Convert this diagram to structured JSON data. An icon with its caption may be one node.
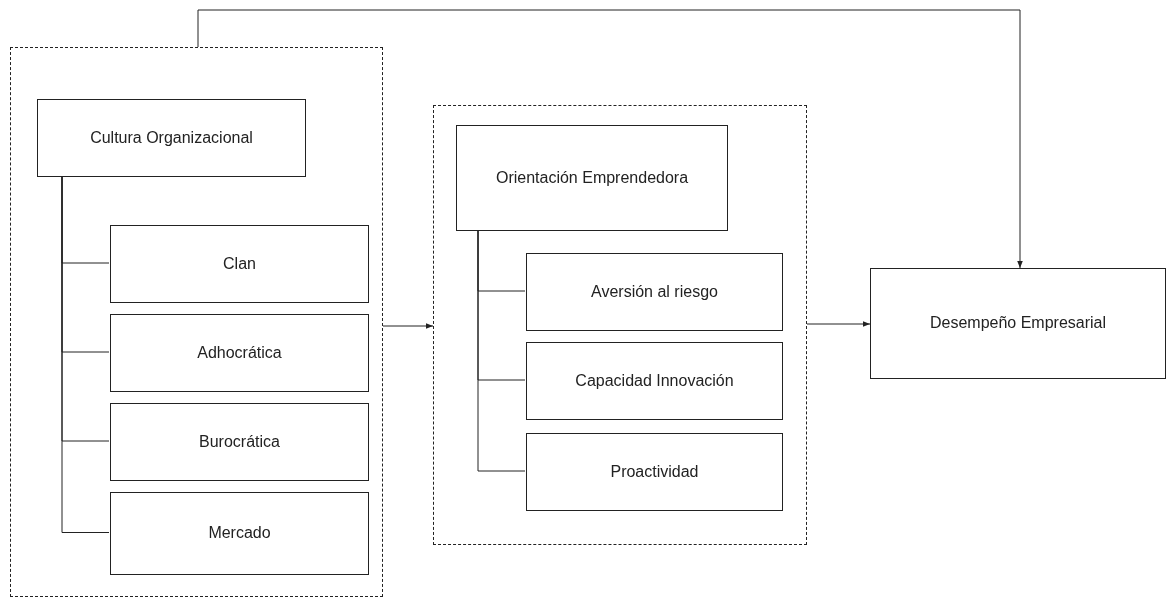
{
  "diagram": {
    "nodes": [
      {
        "text": [],
        "shape": "box"
      },
      {
        "text": [
          "Cultura Organizacional"
        ],
        "in": 0
      },
      {
        "text": [
          "Clan"
        ],
        "in": 0
      },
      {
        "text": [
          "Adhocrática"
        ],
        "in": 0
      },
      {
        "text": [
          "Burocrática"
        ],
        "in": 0
      },
      {
        "text": [
          "Mercado"
        ],
        "in": 0
      },
      {
        "text": [],
        "shape": "box"
      },
      {
        "text": [
          "Orientación Emprendedora"
        ],
        "in": 6
      },
      {
        "text": [
          "Aversión al riesgo"
        ],
        "in": 6
      },
      {
        "text": [
          "Capacidad Innovación"
        ],
        "in": 6
      },
      {
        "text": [
          "Proactividad"
        ],
        "in": 6
      },
      {
        "text": [
          "Desempeño Empresarial"
        ]
      }
    ],
    "edges": [
      {
        "from": 1,
        "to": 2,
        "arrow": "none"
      },
      {
        "from": 1,
        "to": 3,
        "arrow": "none"
      },
      {
        "from": 1,
        "to": 4,
        "arrow": "none"
      },
      {
        "from": 1,
        "to": 5,
        "arrow": "none"
      },
      {
        "from": 7,
        "to": 8,
        "arrow": "none"
      },
      {
        "from": 7,
        "to": 9,
        "arrow": "none"
      },
      {
        "from": 7,
        "to": 10,
        "arrow": "none"
      },
      {
        "from": 0,
        "to": 6,
        "arrow": "to"
      },
      {
        "from": 6,
        "to": 11,
        "arrow": "to"
      },
      {
        "from": 0,
        "to": 11,
        "arrow": "to"
      }
    ]
  }
}
